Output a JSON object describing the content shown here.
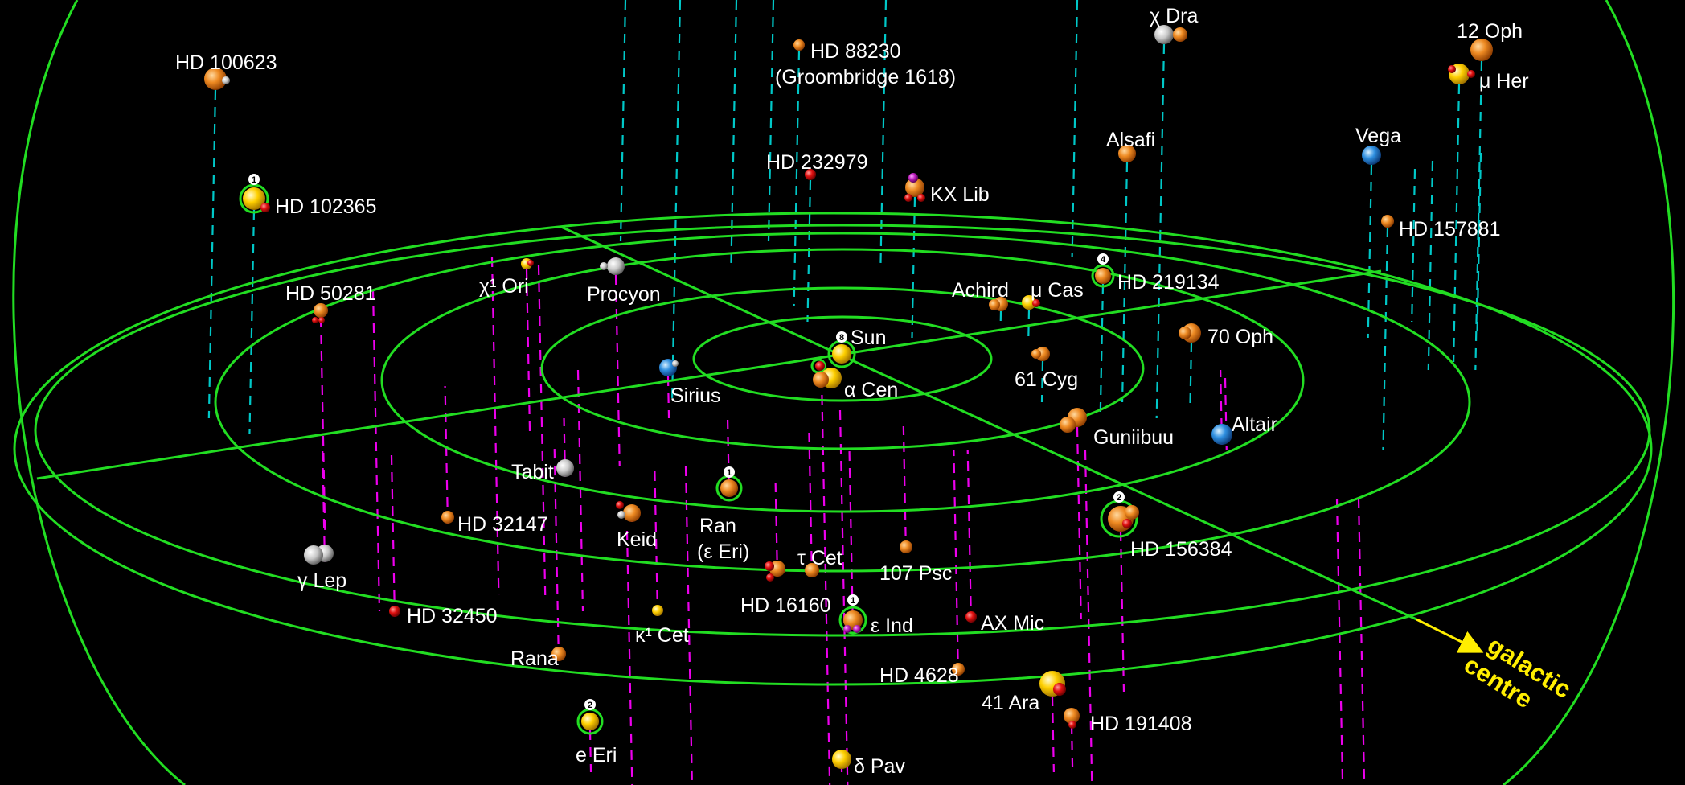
{
  "colors": {
    "background": "#000000",
    "grid": "#22dd22",
    "drop_line_above": "#00c8c8",
    "drop_line_below": "#ee00ee",
    "arrow": "#ffee00",
    "label": "#ffffff",
    "star_orange": "#e8801a",
    "star_yellow": "#ffd400",
    "star_red": "#e01010",
    "star_white": "#d8d8d8",
    "star_blue": "#2e8fe0",
    "star_magenta": "#c020c0"
  },
  "galactic_centre": {
    "line1": "galactic",
    "line2": "centre"
  },
  "sun_label": "Sun",
  "stars": [
    {
      "id": "sun",
      "label": "Sun",
      "type": "yellow",
      "badge": "8"
    },
    {
      "id": "alpha-cen",
      "label": "α  Cen",
      "type": "yellow"
    },
    {
      "id": "sirius",
      "label": "Sirius",
      "type": "blue"
    },
    {
      "id": "procyon",
      "label": "Procyon",
      "type": "white"
    },
    {
      "id": "chi1-ori",
      "label": "χ¹ Ori",
      "type": "yellow"
    },
    {
      "id": "hd-50281",
      "label": "HD 50281",
      "type": "orange"
    },
    {
      "id": "hd-102365",
      "label": "HD 102365",
      "type": "yellow",
      "badge": "1"
    },
    {
      "id": "hd-100623",
      "label": "HD 100623",
      "type": "orange"
    },
    {
      "id": "hd-88230",
      "label": "HD 88230",
      "sublabel": "(Groombridge 1618)",
      "type": "orange"
    },
    {
      "id": "hd-232979",
      "label": "HD 232979",
      "type": "red"
    },
    {
      "id": "kx-lib",
      "label": "KX Lib",
      "type": "orange"
    },
    {
      "id": "chi-dra",
      "label": "χ  Dra",
      "type": "white"
    },
    {
      "id": "12-oph",
      "label": "12 Oph",
      "type": "orange"
    },
    {
      "id": "mu-her",
      "label": "μ  Her",
      "type": "yellow"
    },
    {
      "id": "alsafi",
      "label": "Alsafi",
      "type": "orange"
    },
    {
      "id": "vega",
      "label": "Vega",
      "type": "blue"
    },
    {
      "id": "hd-157881",
      "label": "HD 157881",
      "type": "orange"
    },
    {
      "id": "hd-219134",
      "label": "HD 219134",
      "type": "orange",
      "badge": "4"
    },
    {
      "id": "achird",
      "label": "Achird",
      "type": "orange"
    },
    {
      "id": "mu-cas",
      "label": "μ  Cas",
      "type": "yellow"
    },
    {
      "id": "70-oph",
      "label": "70 Oph",
      "type": "orange"
    },
    {
      "id": "61-cyg",
      "label": "61 Cyg",
      "type": "orange"
    },
    {
      "id": "altair",
      "label": "Altair",
      "type": "blue"
    },
    {
      "id": "guniibuu",
      "label": "Guniibuu",
      "type": "orange"
    },
    {
      "id": "tabit",
      "label": "Tabit",
      "type": "white"
    },
    {
      "id": "ran",
      "label": "Ran",
      "sublabel": "(ε  Eri)",
      "type": "orange",
      "badge": "1"
    },
    {
      "id": "hd-32147",
      "label": "HD 32147",
      "type": "orange"
    },
    {
      "id": "keid",
      "label": "Keid",
      "type": "orange"
    },
    {
      "id": "gamma-lep",
      "label": "γ  Lep",
      "type": "white"
    },
    {
      "id": "tau-cet",
      "label": "τ  Cet",
      "type": "orange"
    },
    {
      "id": "hd-16160",
      "label": "HD 16160",
      "type": "orange"
    },
    {
      "id": "107-psc",
      "label": "107 Psc",
      "type": "orange"
    },
    {
      "id": "hd-156384",
      "label": "HD 156384",
      "type": "orange",
      "badge": "2"
    },
    {
      "id": "hd-32450",
      "label": "HD 32450",
      "type": "red"
    },
    {
      "id": "kappa1-cet",
      "label": "κ¹ Cet",
      "type": "yellow"
    },
    {
      "id": "epsilon-ind",
      "label": "ε  Ind",
      "type": "orange",
      "badge": "1"
    },
    {
      "id": "ax-mic",
      "label": "AX Mic",
      "type": "red"
    },
    {
      "id": "rana",
      "label": "Rana",
      "type": "orange"
    },
    {
      "id": "hd-4628",
      "label": "HD 4628",
      "type": "orange"
    },
    {
      "id": "41-ara",
      "label": "41 Ara",
      "type": "yellow"
    },
    {
      "id": "e-eri",
      "label": "e Eri",
      "type": "yellow",
      "badge": "2"
    },
    {
      "id": "hd-191408",
      "label": "HD 191408",
      "type": "orange"
    },
    {
      "id": "delta-pav",
      "label": "δ  Pav",
      "type": "yellow"
    }
  ]
}
